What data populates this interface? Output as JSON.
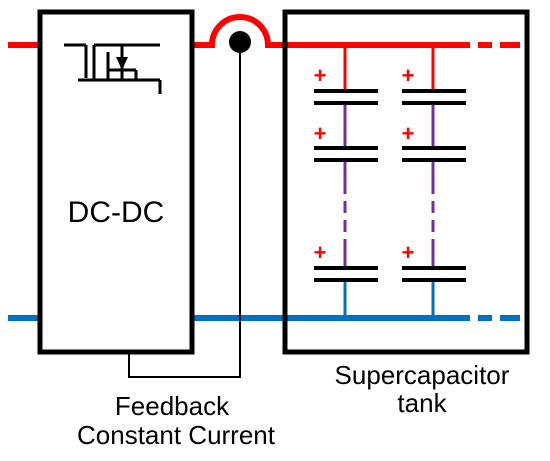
{
  "converter_label": "DC-DC",
  "tank_label_line1": "Supercapacitor",
  "tank_label_line2": "tank",
  "feedback_label_line1": "Feedback",
  "feedback_label_line2": "Constant Current",
  "capacitor_polarity": "+",
  "colors": {
    "positive_rail": "#ff0000",
    "negative_rail": "#0070c0",
    "series_link": "#7030a0",
    "outline": "#000000",
    "background": "#ffffff"
  }
}
